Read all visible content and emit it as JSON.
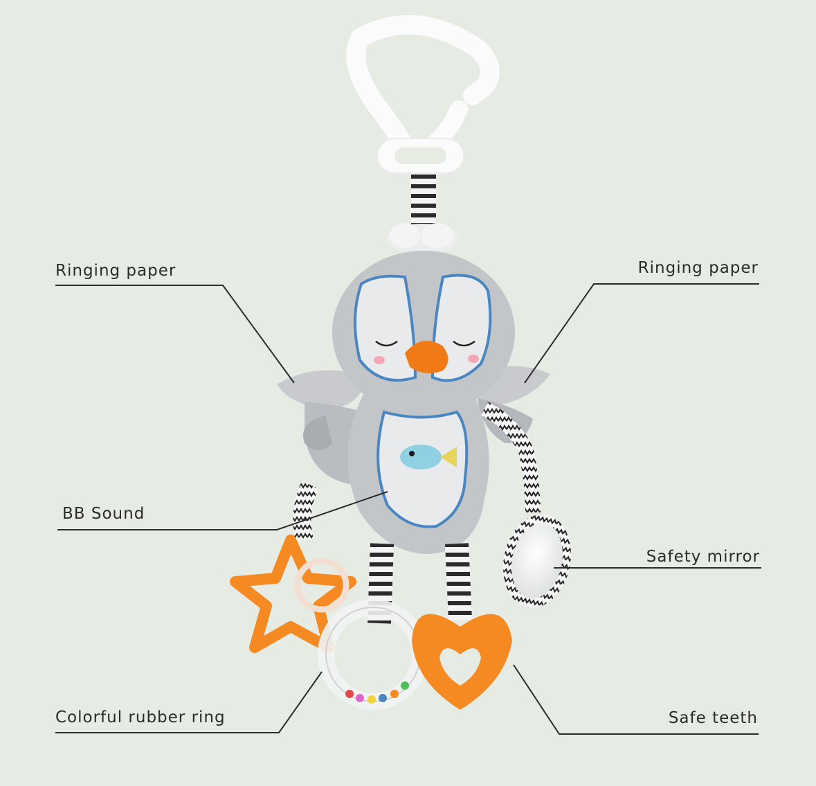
{
  "colors": {
    "background": "#e6ebe4",
    "body_gray": "#c3c6c9",
    "belly": "#e9eaec",
    "outline_blue": "#4a86c1",
    "beak_orange": "#f07a16",
    "teether_orange": "#f58a22",
    "clip_white": "#fbfbfb",
    "stripe_dark": "#2b2b2b",
    "text": "#2b2b2b"
  },
  "labels": {
    "top_left": "Ringing paper",
    "top_right": "Ringing paper",
    "middle_left": "BB Sound",
    "middle_right": "Safety mirror",
    "bottom_left": "Colorful rubber ring",
    "bottom_right": "Safe teeth"
  }
}
